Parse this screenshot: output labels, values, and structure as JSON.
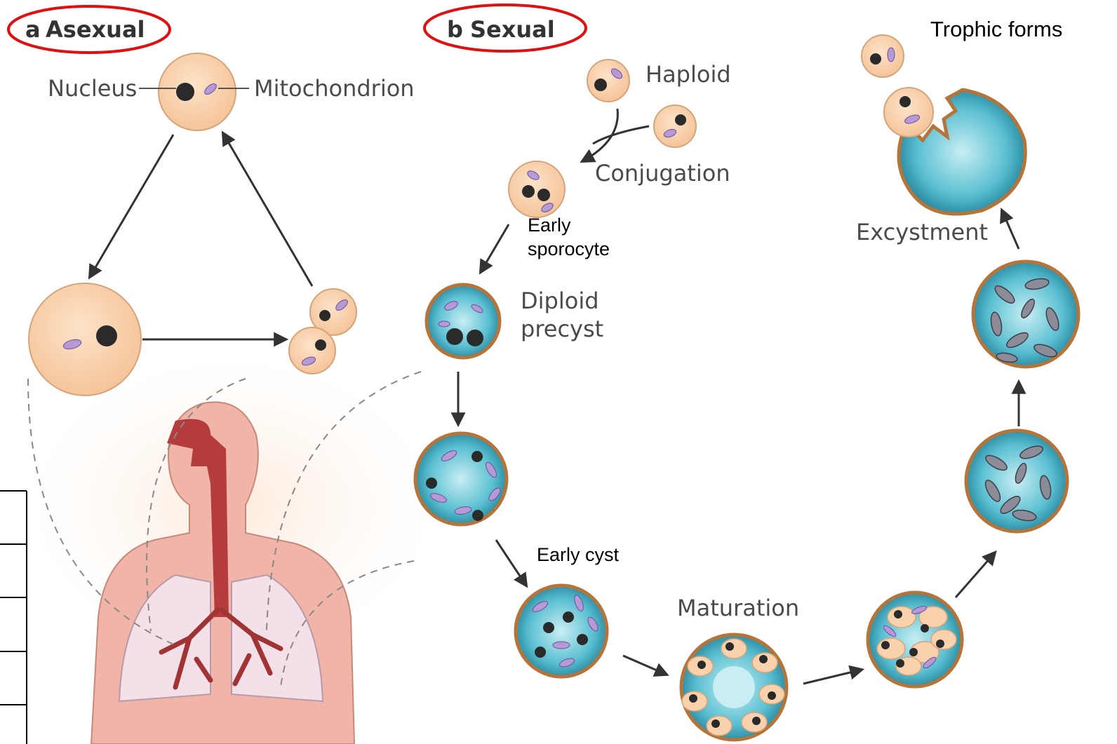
{
  "panels": {
    "asexual_letter": "a",
    "asexual_title": "Asexual",
    "sexual_letter": "b",
    "sexual_title": "Sexual"
  },
  "labels": {
    "nucleus": "Nucleus",
    "mitochondrion": "Mitochondrion",
    "haploid": "Haploid",
    "conjugation": "Conjugation",
    "early_sporocyte_1": "Early",
    "early_sporocyte_2": "sporocyte",
    "diploid_1": "Diploid",
    "diploid_2": "precyst",
    "early_cyst": "Early cyst",
    "maturation": "Maturation",
    "excystment": "Excystment",
    "trophic_forms": "Trophic forms"
  },
  "colors": {
    "highlight_ellipse": "#e01010",
    "cell_fill": "#f9d2ad",
    "cell_stroke": "#d4a57a",
    "nucleus": "#2a2a2a",
    "mitochondrion": "#b59ad6",
    "cyst_wall": "#b5743a",
    "cyst_fill": "#4ab4c8",
    "airway": "#b43c3c",
    "skin": "#f0b4a8",
    "arrow": "#333333"
  },
  "icons": {
    "human_figure": "human-torso-lungs-icon"
  }
}
